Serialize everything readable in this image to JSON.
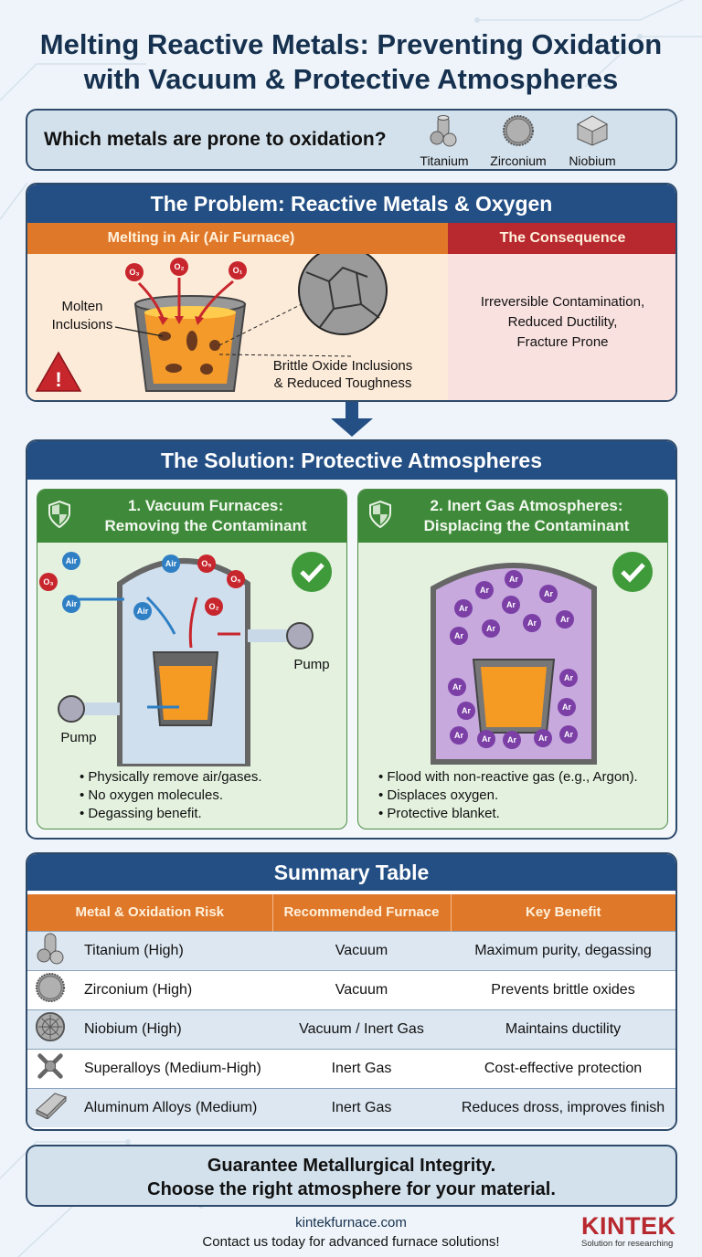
{
  "title": {
    "line1": "Melting Reactive Metals: Preventing Oxidation",
    "line2": "with Vacuum & Protective Atmospheres"
  },
  "question": {
    "text": "Which metals are prone to oxidation?",
    "metals": [
      {
        "label": "Titanium",
        "icon": "cylinders-icon"
      },
      {
        "label": "Zirconium",
        "icon": "disc-icon"
      },
      {
        "label": "Niobium",
        "icon": "cube-icon"
      }
    ]
  },
  "problem": {
    "heading": "The Problem: Reactive Metals & Oxygen",
    "left_subheading": "Melting in Air (Air Furnace)",
    "right_subheading": "The Consequence",
    "molecules": [
      "O₃",
      "O₂",
      "O₁"
    ],
    "label_molten": "Molten",
    "label_inclusions": "Inclusions",
    "label_brittle_1": "Brittle Oxide Inclusions",
    "label_brittle_2": "& Reduced Toughness",
    "consequence": [
      "Irreversible Contamination,",
      "Reduced Ductility,",
      "Fracture Prone"
    ],
    "colors": {
      "orange": "#e0782a",
      "red": "#b8282f",
      "navy": "#234f85"
    }
  },
  "solution": {
    "heading": "The Solution: Protective Atmospheres",
    "vacuum": {
      "title_1": "1. Vacuum Furnaces:",
      "title_2": "Removing the Contaminant",
      "molecules_air": [
        "Air",
        "Air",
        "Air",
        "Air"
      ],
      "molecules_o": [
        "O₃",
        "O₅",
        "O₅",
        "O₂"
      ],
      "pump_label_right": "Pump",
      "pump_label_left": "Pump",
      "bullets": [
        "Physically remove air/gases.",
        "No oxygen molecules.",
        "Degassing benefit."
      ]
    },
    "inert": {
      "title_1": "2. Inert Gas Atmospheres:",
      "title_2": "Displacing the Contaminant",
      "molecule": "Ar",
      "bullets": [
        "Flood with non-reactive gas (e.g., Argon).",
        "Displaces oxygen.",
        "Protective blanket."
      ]
    },
    "colors": {
      "green": "#3f8a3a",
      "card_bg": "#e4f1df",
      "argon": "#7b3fa6"
    }
  },
  "summary": {
    "heading": "Summary Table",
    "columns": [
      "Metal & Oxidation Risk",
      "Recommended Furnace",
      "Key Benefit"
    ],
    "rows": [
      {
        "metal": "Titanium (High)",
        "furnace": "Vacuum",
        "benefit": "Maximum purity, degassing",
        "icon": "cylinders-icon"
      },
      {
        "metal": "Zirconium (High)",
        "furnace": "Vacuum",
        "benefit": "Prevents brittle oxides",
        "icon": "disc-icon"
      },
      {
        "metal": "Niobium (High)",
        "furnace": "Vacuum / Inert Gas",
        "benefit": "Maintains ductility",
        "icon": "textured-disc-icon"
      },
      {
        "metal": "Superalloys (Medium-High)",
        "furnace": "Inert Gas",
        "benefit": "Cost-effective protection",
        "icon": "turbine-blade-icon"
      },
      {
        "metal": "Aluminum Alloys (Medium)",
        "furnace": "Inert Gas",
        "benefit": "Reduces dross, improves finish",
        "icon": "ingot-icon"
      }
    ]
  },
  "cta": {
    "line1": "Guarantee Metallurgical Integrity.",
    "line2": "Choose the right atmosphere for your material."
  },
  "footer": {
    "url": "kintekfurnace.com",
    "contact": "Contact us today for advanced furnace solutions!",
    "brand": "KINTEK",
    "tagline": "Solution for researching"
  }
}
